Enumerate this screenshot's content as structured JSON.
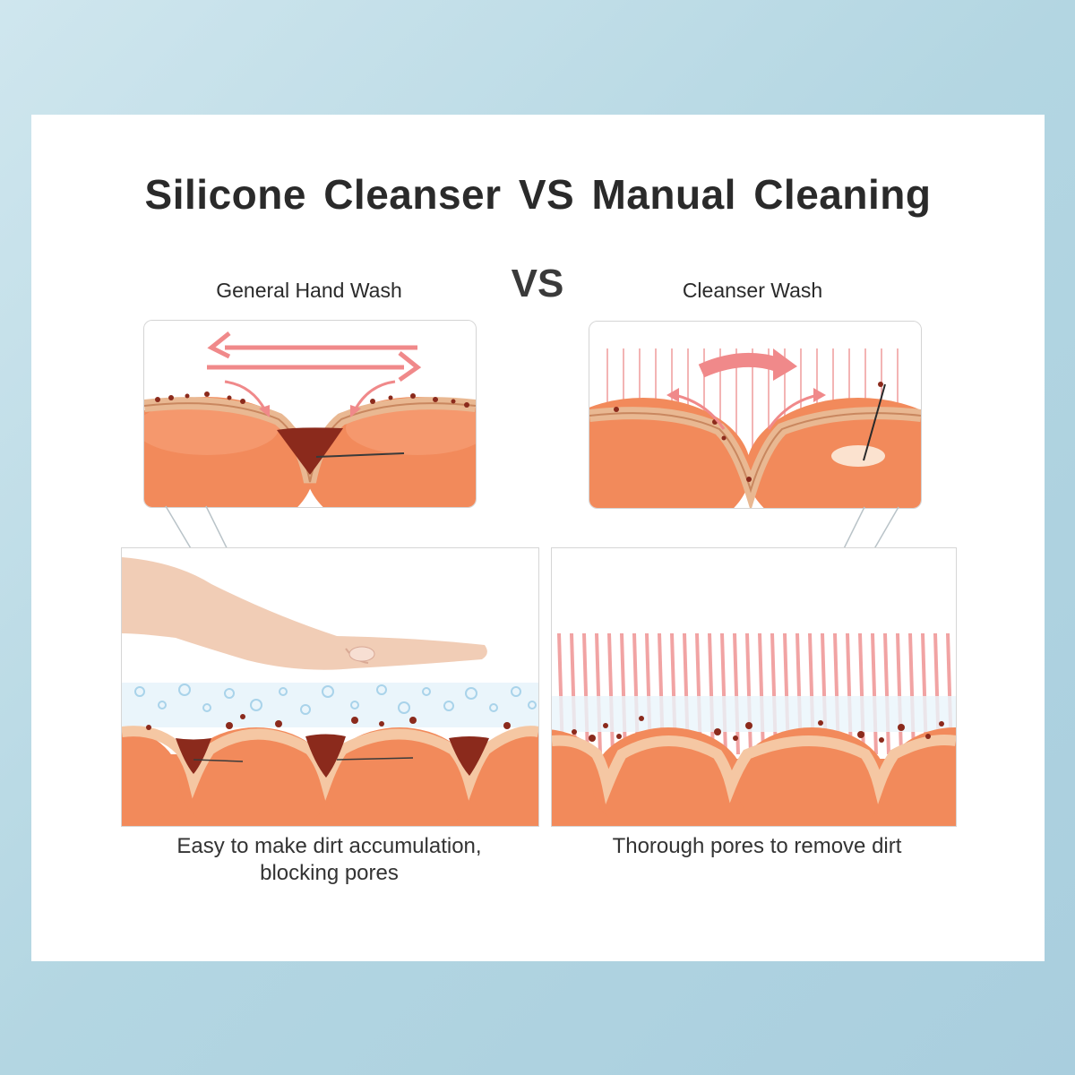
{
  "title": "Silicone Cleanser  VS  Manual Cleaning",
  "vs_label": "VS",
  "left": {
    "label": "General Hand Wash",
    "caption_line1": "Easy to make dirt accumulation,",
    "caption_line2": "blocking pores"
  },
  "right": {
    "label": "Cleanser Wash",
    "caption_line1": "Thorough pores to remove dirt"
  },
  "colors": {
    "skin_orange": "#f28a5b",
    "skin_light": "#f5c7a3",
    "dirt": "#8b2a1c",
    "arrow_pink": "#f0898a",
    "bristle_pink": "#f3a9a9",
    "bubble_blue": "#bfe0f0"
  }
}
